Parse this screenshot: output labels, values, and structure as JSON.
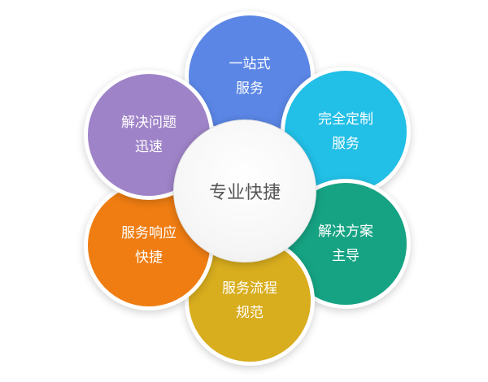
{
  "center": {
    "label": "专业快捷",
    "color": "#f2f2f2"
  },
  "petals": [
    {
      "id": "top",
      "line1": "一站式",
      "line2": "服务",
      "color": "#5b86e5",
      "arrow_color": "#4f79d8"
    },
    {
      "id": "upper-right",
      "line1": "完全定制",
      "line2": "服务",
      "color": "#22bfe6",
      "arrow_color": "#1fb3d9"
    },
    {
      "id": "lower-right",
      "line1": "解决方案",
      "line2": "主导",
      "color": "#16a383",
      "arrow_color": "#139476"
    },
    {
      "id": "bottom",
      "line1": "服务流程",
      "line2": "规范",
      "color": "#d8ad1e",
      "arrow_color": "#c99f1a"
    },
    {
      "id": "lower-left",
      "line1": "服务响应",
      "line2": "快捷",
      "color": "#ef7d12",
      "arrow_color": "#e37310"
    },
    {
      "id": "upper-left",
      "line1": "解决问题",
      "line2": "迅速",
      "color": "#9f83c8",
      "arrow_color": "#9276be"
    }
  ]
}
